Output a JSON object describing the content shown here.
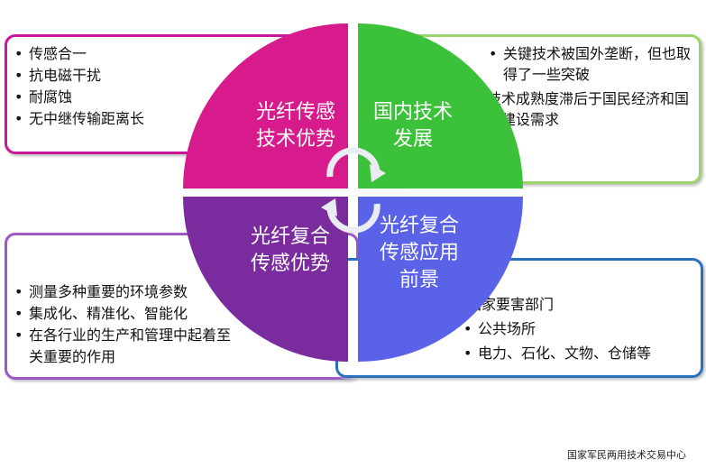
{
  "quadrants": {
    "top_left": {
      "title_lines": [
        "光纤传感",
        "技术优势"
      ],
      "color": "#d81b8c",
      "items": [
        "传感合一",
        "抗电磁干扰",
        "耐腐蚀",
        "无中继传输距离长"
      ]
    },
    "top_right": {
      "title_lines": [
        "国内技术",
        "发展"
      ],
      "color": "#3cc13a",
      "items": [
        "关键技术被国外垄断，但也取得了一些突破",
        "技术成熟度滞后于国民经济和国防建设需求"
      ]
    },
    "bottom_left": {
      "title_lines": [
        "光纤复合",
        "传感优势"
      ],
      "color": "#7a2c9e",
      "items": [
        "测量多种重要的环境参数",
        "集成化、精准化、智能化",
        "在各行业的生产和管理中起着至关重要的作用"
      ]
    },
    "bottom_right": {
      "title_lines": [
        "光纤复合",
        "传感应用",
        "前景"
      ],
      "color": "#5a62e8",
      "items": [
        "国家要害部门",
        "公共场所",
        "电力、石化、文物、仓储等"
      ]
    }
  },
  "footer": "国家军民两用技术交易中心",
  "icons": {
    "center": "cycle-arrows-icon"
  }
}
